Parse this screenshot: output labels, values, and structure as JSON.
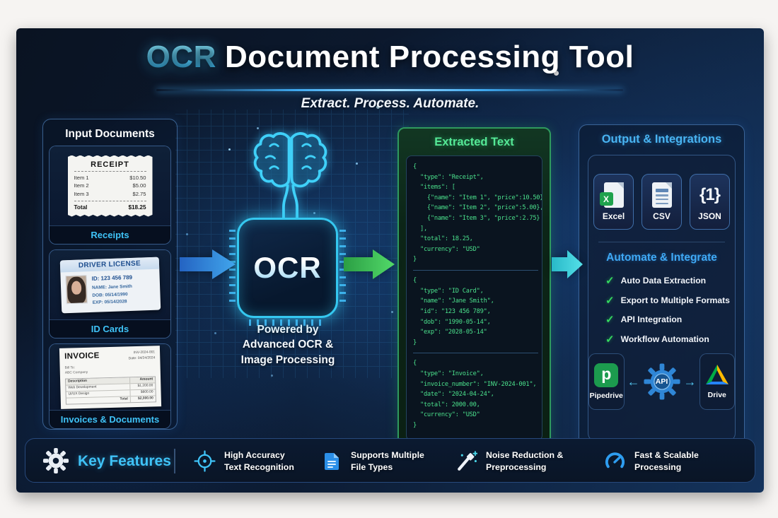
{
  "header": {
    "title_accent": "OCR",
    "title_rest": "Document Processing Tool",
    "subtitle": "Extract. Process. Automate."
  },
  "input_panel": {
    "title": "Input Documents",
    "receipt": {
      "label": "Receipts",
      "doc_title": "RECEIPT",
      "items": [
        {
          "name": "Item 1",
          "price": "$10.50"
        },
        {
          "name": "Item 2",
          "price": "$5.00"
        },
        {
          "name": "Item 3",
          "price": "$2.75"
        }
      ],
      "total_label": "Total",
      "total": "$18.25"
    },
    "id_card": {
      "label": "ID Cards",
      "doc_title": "DRIVER LICENSE",
      "id_line": "ID: 123 456 789",
      "name_line": "NAME: Jane Smith",
      "dob_line": "DOB: 05/14/1990",
      "exp_line": "EXP: 05/14/2028"
    },
    "invoice": {
      "label": "Invoices & Documents",
      "doc_title": "INVOICE",
      "number": "INV-2024-001",
      "date_line": "Date: 04/24/2024",
      "bill_to_label": "Bill To:",
      "bill_to": "ABC Company",
      "col_description": "Description",
      "col_amount": "Amount",
      "rows": [
        {
          "description": "Web Development",
          "amount": "$1,200.00"
        },
        {
          "description": "UI/UX Design",
          "amount": "$800.00"
        }
      ],
      "total_label": "Total",
      "total": "$2,000.00"
    }
  },
  "processor": {
    "chip_label": "OCR",
    "caption_lines": [
      "Powered by",
      "Advanced OCR &",
      "Image Processing"
    ]
  },
  "extracted_panel": {
    "title": "Extracted Text",
    "blocks": [
      "{\n  \"type\": \"Receipt\",\n  \"items\": [\n    {\"name\": \"Item 1\", \"price\":10.50},\n    {\"name\": \"Item 2\", \"price\":5.00},\n    {\"name\": \"Item 3\", \"price\":2.75}\n  ],\n  \"total\": 18.25,\n  \"currency\": \"USD\"\n}",
      "{\n  \"type\": \"ID Card\",\n  \"name\": \"Jane Smith\",\n  \"id\": \"123 456 789\",\n  \"dob\": \"1990-05-14\",\n  \"exp\": \"2028-05-14\"\n}",
      "{\n  \"type\": \"Invoice\",\n  \"invoice_number\": \"INV-2024-001\",\n  \"date\": \"2024-04-24\",\n  \"total\": 2000.00,\n  \"currency\": \"USD\"\n}"
    ]
  },
  "output_panel": {
    "title": "Output & Integrations",
    "formats": [
      {
        "label": "Excel",
        "glyph": "X"
      },
      {
        "label": "CSV"
      },
      {
        "label": "JSON",
        "glyph": "{1}"
      }
    ],
    "automate": {
      "title": "Automate & Integrate",
      "items": [
        "Auto Data Extraction",
        "Export to Multiple Formats",
        "API Integration",
        "Workflow Automation"
      ]
    },
    "integrations": {
      "left_label": "Pipedrive",
      "left_glyph": "p",
      "middle_label": "API",
      "right_label": "Drive"
    }
  },
  "footer": {
    "title": "Key Features",
    "features": [
      {
        "line1": "High Accuracy",
        "line2": "Text Recognition"
      },
      {
        "line1": "Supports Multiple",
        "line2": "File Types"
      },
      {
        "line1": "Noise Reduction &",
        "line2": "Preprocessing"
      },
      {
        "line1": "Fast & Scalable",
        "line2": "Processing"
      }
    ]
  },
  "icons": {
    "check": "✓",
    "arrow_left": "←",
    "arrow_right": "→"
  },
  "colors": {
    "accent_cyan": "#3fc3f7",
    "accent_blue": "#2f7fd4",
    "accent_green": "#3ddc84",
    "code_green": "#4be18c",
    "excel_green": "#1fa24d",
    "pipedrive_green": "#1c9b4e",
    "api_blue": "#2f86d6",
    "drive_blue": "#2684fc",
    "drive_green": "#00ac47",
    "drive_yellow": "#ffba00"
  }
}
